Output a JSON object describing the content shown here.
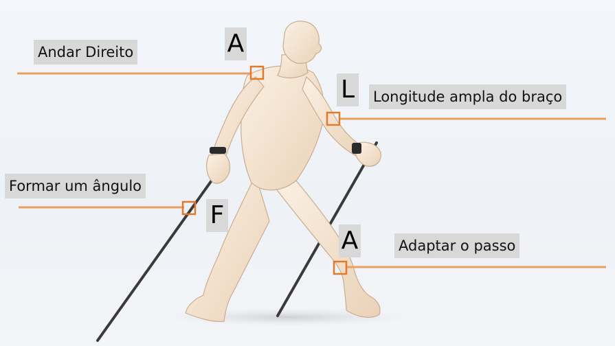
{
  "annotations": {
    "andar_direito": "Andar Direito",
    "longitude": "Longitude ampla do braço",
    "formar_angulo": "Formar um ângulo",
    "adaptar_passo": "Adaptar o passo"
  },
  "letters": {
    "shoulder": "A",
    "elbow": "L",
    "hand": "F",
    "knee": "A"
  },
  "colors": {
    "leader_line": "#e8a060",
    "marker": "#e07a2a",
    "label_bg": "#d8d8d8",
    "figure_skin": "#f4e4cf",
    "pole": "#3a3a3a"
  }
}
